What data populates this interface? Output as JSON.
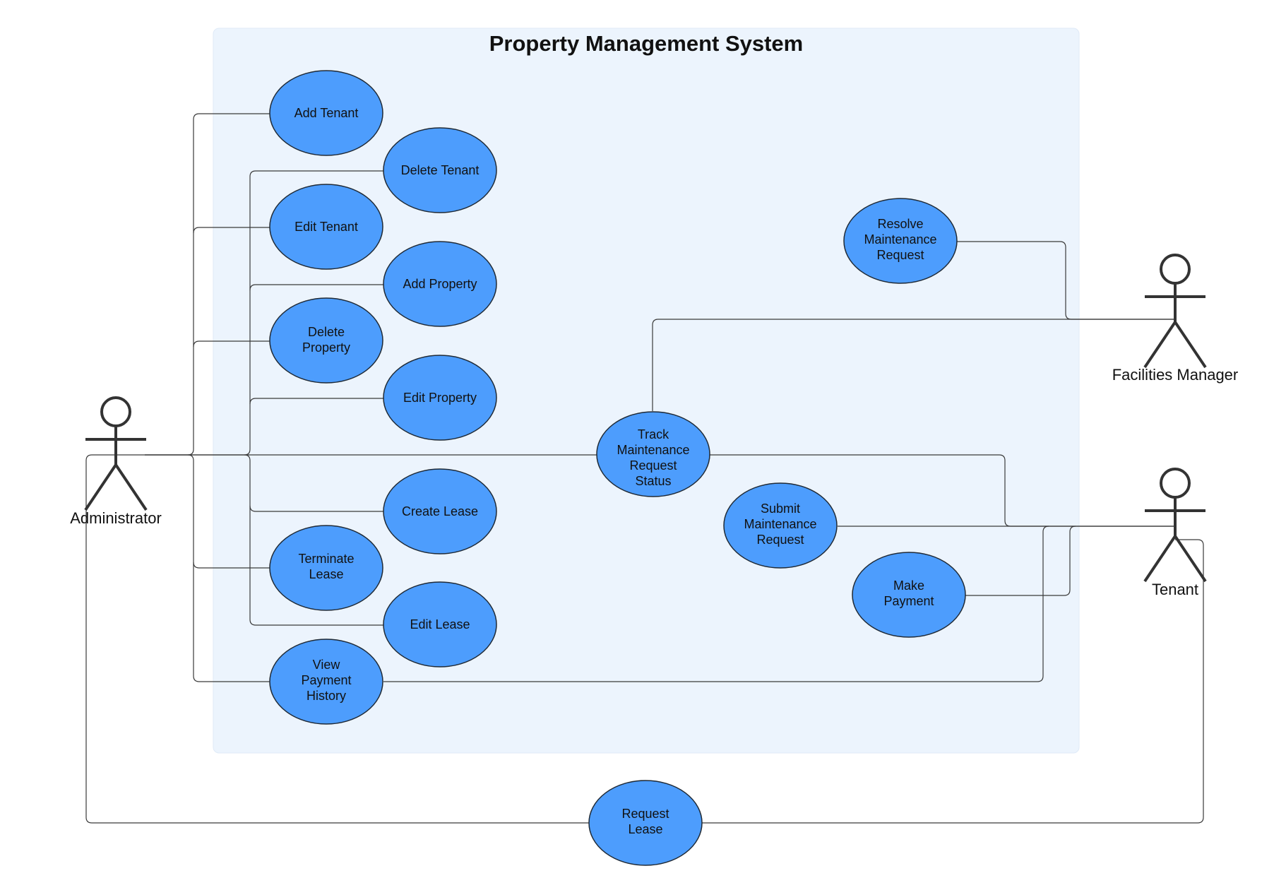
{
  "system": {
    "title": "Property Management System",
    "boundary_color": "#ecf4fd"
  },
  "colors": {
    "use_case_fill": "#4d9dfd",
    "use_case_stroke": "#1f2a36",
    "line": "#3a3a3a",
    "actor": "#333333"
  },
  "actors": {
    "administrator": "Administrator",
    "facilities_manager": "Facilities Manager",
    "tenant": "Tenant"
  },
  "use_cases": {
    "add_tenant": [
      "Add Tenant"
    ],
    "delete_tenant": [
      "Delete Tenant"
    ],
    "edit_tenant": [
      "Edit Tenant"
    ],
    "add_property": [
      "Add Property"
    ],
    "delete_property": [
      "Delete",
      "Property"
    ],
    "edit_property": [
      "Edit Property"
    ],
    "create_lease": [
      "Create Lease"
    ],
    "terminate_lease": [
      "Terminate",
      "Lease"
    ],
    "edit_lease": [
      "Edit Lease"
    ],
    "view_payment_history": [
      "View",
      "Payment",
      "History"
    ],
    "track_maintenance": [
      "Track",
      "Maintenance",
      "Request",
      "Status"
    ],
    "resolve_maintenance": [
      "Resolve",
      "Maintenance",
      "Request"
    ],
    "submit_maintenance": [
      "Submit",
      "Maintenance",
      "Request"
    ],
    "make_payment": [
      "Make",
      "Payment"
    ],
    "request_lease": [
      "Request",
      "Lease"
    ]
  },
  "associations": [
    [
      "administrator",
      "add_tenant"
    ],
    [
      "administrator",
      "delete_tenant"
    ],
    [
      "administrator",
      "edit_tenant"
    ],
    [
      "administrator",
      "add_property"
    ],
    [
      "administrator",
      "delete_property"
    ],
    [
      "administrator",
      "edit_property"
    ],
    [
      "administrator",
      "create_lease"
    ],
    [
      "administrator",
      "terminate_lease"
    ],
    [
      "administrator",
      "edit_lease"
    ],
    [
      "administrator",
      "view_payment_history"
    ],
    [
      "administrator",
      "track_maintenance"
    ],
    [
      "administrator",
      "request_lease"
    ],
    [
      "facilities_manager",
      "resolve_maintenance"
    ],
    [
      "facilities_manager",
      "track_maintenance"
    ],
    [
      "tenant",
      "track_maintenance"
    ],
    [
      "tenant",
      "submit_maintenance"
    ],
    [
      "tenant",
      "make_payment"
    ],
    [
      "tenant",
      "view_payment_history"
    ],
    [
      "tenant",
      "request_lease"
    ]
  ]
}
